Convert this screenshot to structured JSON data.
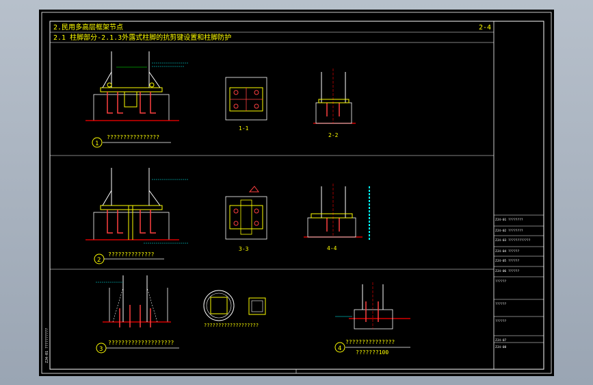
{
  "header": {
    "title": "2.民用多高层框架节点",
    "subtitle": "2.1 柱脚部分-2.1.3外露式柱脚的抗剪键设置和柱脚防护",
    "sheet_no": "2-4"
  },
  "details": {
    "d1": {
      "number": "1",
      "caption": "????????????????"
    },
    "d2": {
      "number": "2",
      "caption": "??????????????"
    },
    "d3": {
      "number": "3",
      "caption": "????????????????????"
    },
    "d4": {
      "number": "4",
      "caption": "???????????????",
      "sub": "???????100"
    },
    "s11": "1-1",
    "s22": "2-2",
    "s33": "3-3",
    "s44": "4-4",
    "round_note": "???????????????????"
  },
  "title_block": {
    "rows": [
      "ZJ4-01 ????????",
      "ZJ4-02 ????????",
      "ZJ4-03 ????????????",
      "ZJ4-04 ??????",
      "ZJ4-05 ??????",
      "ZJ4-06 ??????",
      "??????",
      "??????",
      "??????",
      "ZJ4-07",
      "ZJ4-08"
    ]
  },
  "side_note": "ZJ4-01 ??????????"
}
